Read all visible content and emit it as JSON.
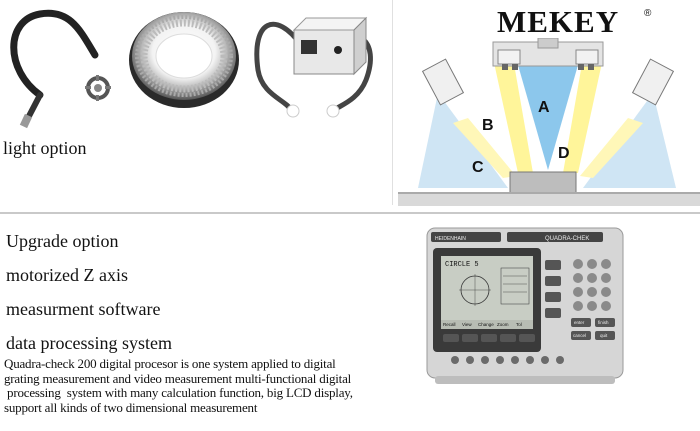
{
  "brand": {
    "logo_text": "MEKEY",
    "registered_mark": "®"
  },
  "light_section": {
    "caption": "light option"
  },
  "diagram": {
    "beams": {
      "a": "A",
      "b": "B",
      "c": "C",
      "d": "D"
    }
  },
  "upgrade_section": {
    "heading": "Upgrade option",
    "items": [
      "motorized Z axis",
      "measurment software",
      "data processing system"
    ],
    "description_lines": [
      "Quadra-check 200 digital procesor is one system applied to digital",
      "grating measurement and video measurement multi-functional digital",
      " processing  system with many calculation function, big LCD display,",
      "support all kinds of two dimensional measurement"
    ]
  },
  "device": {
    "maker": "HEIDENHAIN",
    "model": "QUADRA-CHEK",
    "screen_title": "CIRCLE 5",
    "softkeys": [
      "Recall",
      "View",
      "Change",
      "Zoom",
      "Tol"
    ],
    "side_keys": [
      "enter",
      "finish",
      "cancel",
      "quit"
    ],
    "colors": {
      "body": "#d6d6d6",
      "bezel": "#3a3a3a",
      "screen": "#c8cdc4"
    }
  }
}
